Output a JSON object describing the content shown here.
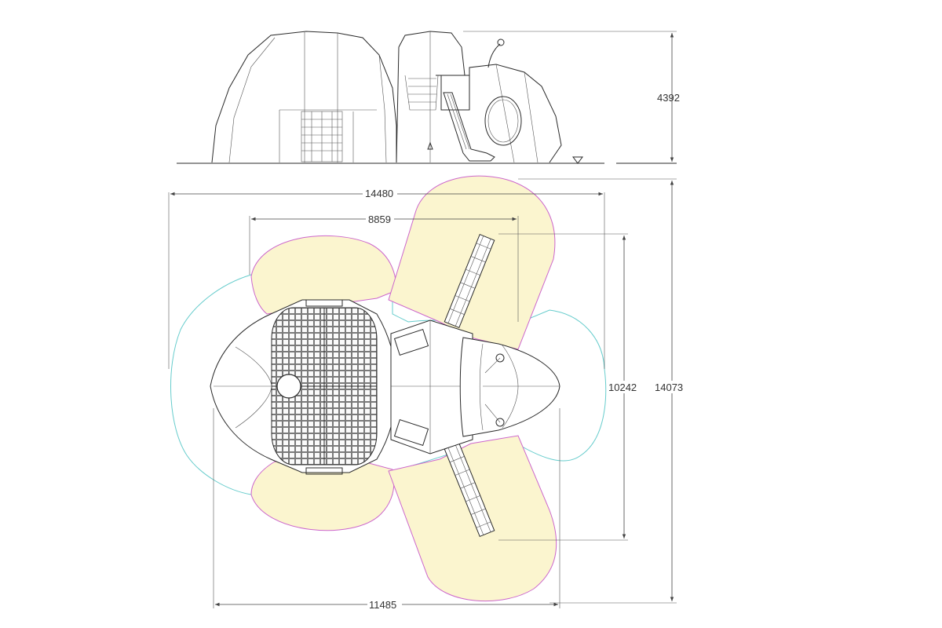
{
  "dimensions": {
    "elevation_height": "4392",
    "overall_width": "14480",
    "structure_width": "8859",
    "slide_span": "10242",
    "overall_depth": "14073",
    "base_width": "11485"
  },
  "colors": {
    "safety_zone_fill": "#fbf5cf",
    "safety_zone_edge": "#cc66cc",
    "free_space_outline": "#66cccc",
    "linework": "#2a2a2a"
  }
}
